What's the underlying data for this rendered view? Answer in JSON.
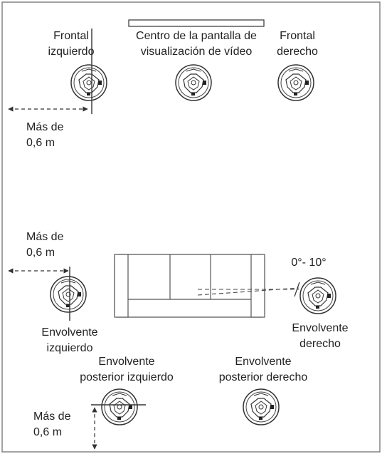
{
  "labels": {
    "screen_center": [
      "Centro de la pantalla de",
      "visualización de vídeo"
    ],
    "front_left": [
      "Frontal",
      "izquierdo"
    ],
    "front_right": [
      "Frontal",
      "derecho"
    ],
    "dist_front": [
      "Más de",
      "0,6 m"
    ],
    "dist_surround": [
      "Más de",
      "0,6 m"
    ],
    "angle": "0°- 10°",
    "surround_left": [
      "Envolvente",
      "izquierdo"
    ],
    "surround_right": [
      "Envolvente",
      "derecho"
    ],
    "back_left": [
      "Envolvente",
      "posterior izquierdo"
    ],
    "back_right": [
      "Envolvente",
      "posterior derecho"
    ],
    "dist_back": [
      "Más de",
      "0,6 m"
    ]
  },
  "colors": {
    "line": "#333333",
    "room_border": "#666666",
    "speaker_fill": "#ffffff"
  }
}
